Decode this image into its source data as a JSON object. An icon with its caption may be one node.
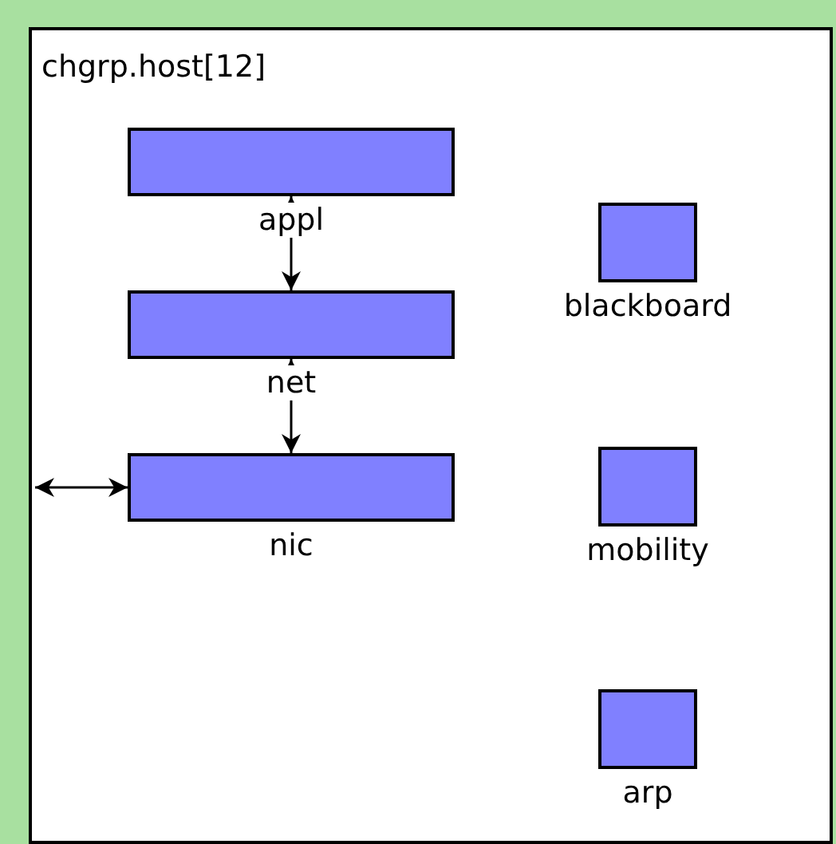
{
  "diagram": {
    "nodes": [
      {
        "text": [
          "chgrp.host[12]"
        ]
      },
      {
        "text": [
          "appl"
        ],
        "in": 0
      },
      {
        "text": [
          "net"
        ],
        "in": 0
      },
      {
        "text": [
          "nic"
        ],
        "in": 0
      },
      {
        "text": [
          "blackboard"
        ],
        "in": 0
      },
      {
        "text": [
          "mobility"
        ],
        "in": 0
      },
      {
        "text": [
          "arp"
        ],
        "in": 0
      }
    ],
    "edges": [
      {
        "from": 1,
        "to": 2,
        "arrow": "both"
      },
      {
        "from": 2,
        "to": 3,
        "arrow": "both"
      },
      {
        "from": null,
        "to": 3,
        "arrow": "both"
      }
    ]
  }
}
